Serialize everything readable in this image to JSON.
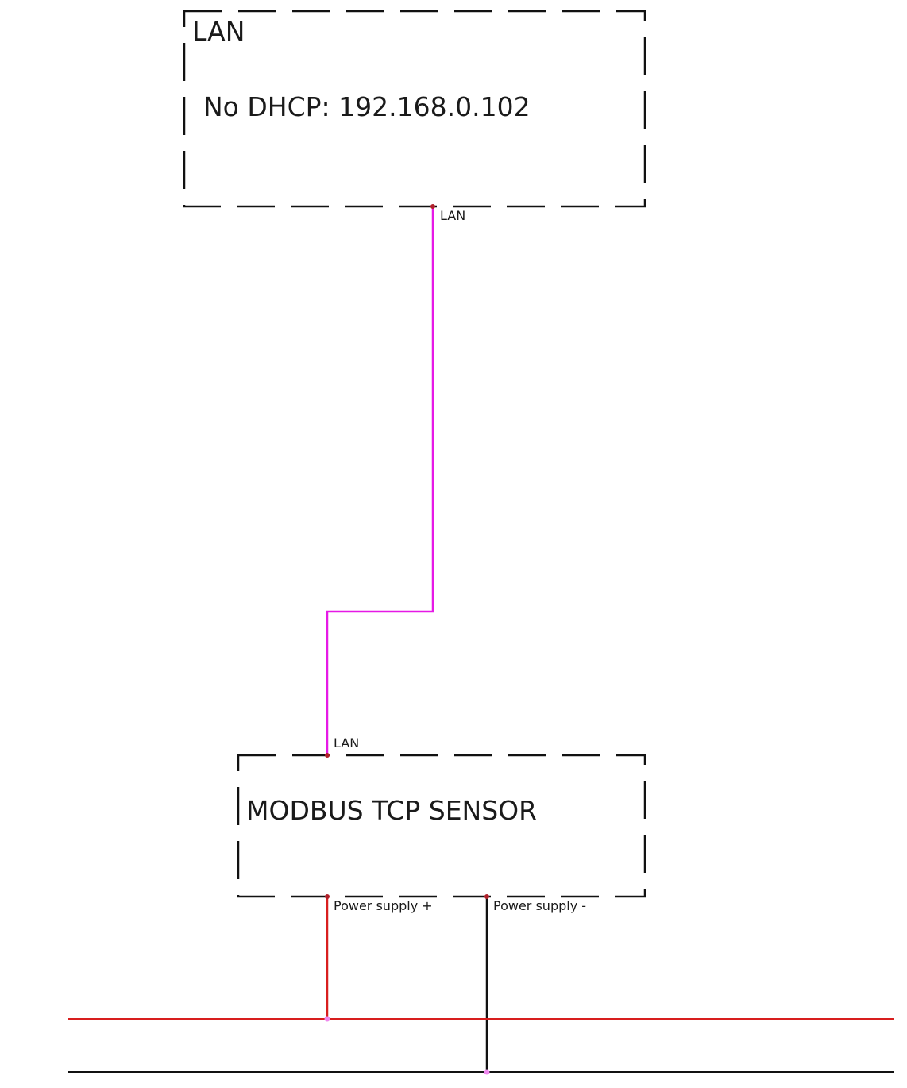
{
  "diagram": {
    "lan_block": {
      "title": "LAN",
      "body": "No DHCP: 192.168.0.102",
      "port_label": "LAN"
    },
    "sensor_block": {
      "title": "MODBUS TCP SENSOR",
      "port_lan_label": "LAN",
      "port_power_plus_label": "Power supply +",
      "port_power_minus_label": "Power supply -"
    },
    "colors": {
      "lan_wire": "#e619e6",
      "power_plus_wire": "#d81e1e",
      "power_minus_wire": "#111111",
      "port_dot": "#b0202a",
      "junction_dot": "#ee88ee",
      "box_border": "#111111"
    }
  }
}
